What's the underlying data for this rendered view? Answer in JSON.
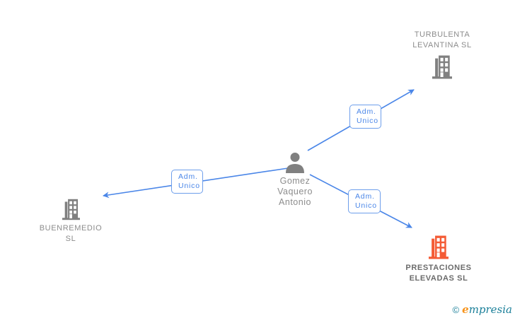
{
  "colors": {
    "edge_blue": "#4a86e8",
    "label_box_border": "#6d9eeb",
    "label_box_text": "#4a86e8",
    "node_gray": "#808080",
    "node_text_gray": "#8c8c8c",
    "highlight_orange": "#f45b35",
    "highlight_text": "#6b6b6b",
    "logo_teal": "#1a7f99",
    "logo_orange": "#f7941d"
  },
  "person": {
    "name_lines": [
      "Gomez",
      "Vaquero",
      "Antonio"
    ]
  },
  "companies": {
    "turbulenta": {
      "line1": "TURBULENTA",
      "line2": "LEVANTINA  SL"
    },
    "buenremedio": {
      "line1": "BUENREMEDIO",
      "line2": "SL"
    },
    "prestaciones": {
      "line1": "PRESTACIONES",
      "line2": "ELEVADAS  SL"
    }
  },
  "edges": {
    "to_turbulenta": {
      "line1": "Adm.",
      "line2": "Unico"
    },
    "to_buenremedio": {
      "line1": "Adm.",
      "line2": "Unico"
    },
    "to_prestaciones": {
      "line1": "Adm.",
      "line2": "Unico"
    }
  },
  "logo": {
    "copyright": "©",
    "brand_initial": "e",
    "brand_rest": "mpresia"
  }
}
